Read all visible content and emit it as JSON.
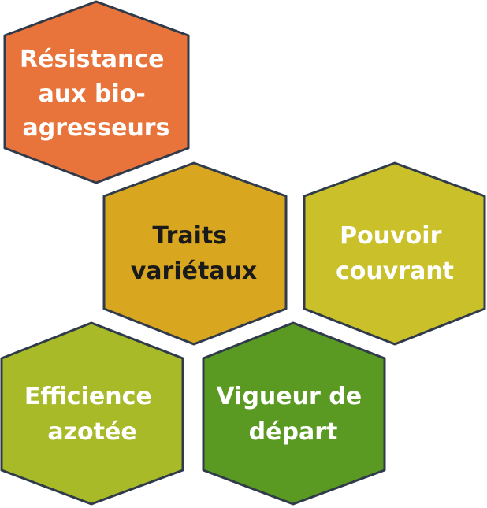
{
  "hexagons": [
    {
      "id": "resistance",
      "lines": [
        "Résistance",
        "aux bio-",
        "agresseurs"
      ],
      "fill": "#E8743B",
      "text_color": "#FFFFFF"
    },
    {
      "id": "traits",
      "lines": [
        "Traits",
        "variétaux"
      ],
      "fill": "#D9A620",
      "text_color": "#1A1A1A"
    },
    {
      "id": "pouvoir",
      "lines": [
        "Pouvoir",
        "couvrant"
      ],
      "fill": "#C9C02A",
      "text_color": "#FFFFFF"
    },
    {
      "id": "efficience",
      "lines": [
        "Efficience",
        "azotée"
      ],
      "fill": "#A8BA28",
      "text_color": "#FFFFFF"
    },
    {
      "id": "vigueur",
      "lines": [
        "Vigueur de",
        "départ"
      ],
      "fill": "#5A9A22",
      "text_color": "#FFFFFF"
    }
  ],
  "colors": {
    "stroke": "#2F3A4A"
  }
}
